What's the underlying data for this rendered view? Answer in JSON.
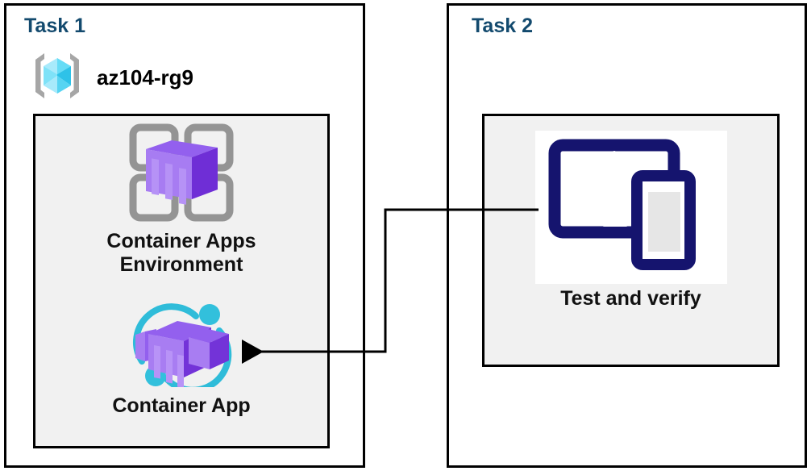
{
  "diagram": {
    "title": "Azure Container Apps task diagram",
    "background": "#ffffff",
    "panel_border_color": "#000000",
    "inner_box_fill": "#f1f1f1",
    "task_title_color": "#134a6e",
    "connector_color": "#000000"
  },
  "task1": {
    "title": "Task 1",
    "resource_group": {
      "name": "az104-rg9",
      "icon": "resource-group-icon",
      "icon_colors": {
        "cube_light": "#9fe8fa",
        "cube_mid": "#49d2f2",
        "cube_dark": "#32b9e0",
        "brackets": "#a6a6a6"
      }
    },
    "nodes": [
      {
        "id": "container-apps-environment",
        "label": "Container Apps\nEnvironment",
        "icon": "container-apps-environment-icon",
        "icon_colors": {
          "frame": "#949494",
          "box_light": "#a77cf2",
          "box_mid": "#9360ee",
          "box_dark": "#6f2ed6"
        }
      },
      {
        "id": "container-app",
        "label": "Container App",
        "icon": "container-app-icon",
        "icon_colors": {
          "arc": "#2fbcd9",
          "dot": "#32c0dc",
          "box_light": "#a87df2",
          "box_mid": "#9360ee",
          "box_dark": "#7333d8"
        }
      }
    ]
  },
  "task2": {
    "title": "Task 2",
    "nodes": [
      {
        "id": "test-and-verify",
        "label": "Test and verify",
        "icon": "test-and-verify-icon",
        "icon_colors": {
          "device_outline": "#15146e",
          "screen": "#ffffff",
          "phone_screen": "#e6e6e6",
          "plate": "#ffffff"
        }
      }
    ]
  },
  "connector": {
    "from": "test-and-verify",
    "to": "container-app",
    "arrow_direction": "left",
    "style": "elbow"
  }
}
